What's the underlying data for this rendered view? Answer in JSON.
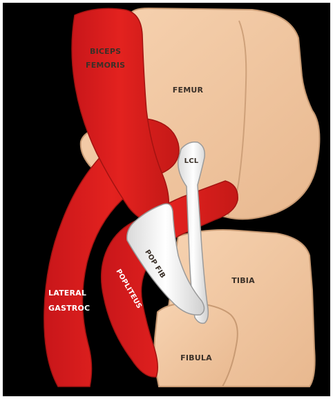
{
  "labels": {
    "biceps_line1": "BICEPS",
    "biceps_line2": "FEMORIS",
    "femur": "FEMUR",
    "lcl": "LCL",
    "pop_fib": "POP FIB",
    "popliteus": "POPLITEUS",
    "tibia": "TIBIA",
    "lateral_line1": "LATERAL",
    "lateral_line2": "GASTROC",
    "fibula": "FIBULA"
  },
  "colors": {
    "background": "#000000",
    "bone": "#f2c7a0",
    "bone_outline": "#c89a73",
    "muscle": "#e0201e",
    "muscle_shadow": "#b51614",
    "ligament": "#f4f4f4",
    "ligament_outline": "#9a9a9a"
  }
}
